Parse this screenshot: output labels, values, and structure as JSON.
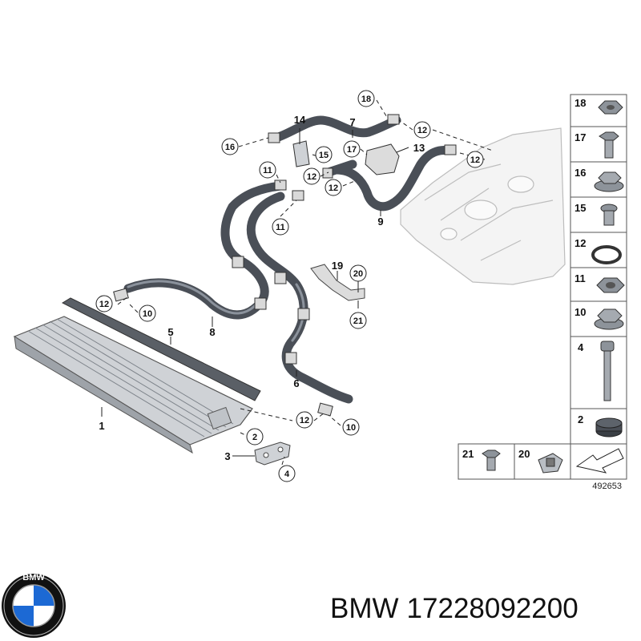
{
  "diagram": {
    "callouts": [
      {
        "id": "c18",
        "label": "18"
      },
      {
        "id": "c16",
        "label": "16"
      },
      {
        "id": "c12a",
        "label": "12"
      },
      {
        "id": "c12b",
        "label": "12"
      },
      {
        "id": "c11a",
        "label": "11"
      },
      {
        "id": "c15",
        "label": "15"
      },
      {
        "id": "c17",
        "label": "17"
      },
      {
        "id": "c12c",
        "label": "12"
      },
      {
        "id": "c12d",
        "label": "12"
      },
      {
        "id": "c11b",
        "label": "11"
      },
      {
        "id": "c20",
        "label": "20"
      },
      {
        "id": "c12e",
        "label": "12"
      },
      {
        "id": "c10a",
        "label": "10"
      },
      {
        "id": "c21",
        "label": "21"
      },
      {
        "id": "c12f",
        "label": "12"
      },
      {
        "id": "c10b",
        "label": "10"
      },
      {
        "id": "c2",
        "label": "2"
      },
      {
        "id": "c4",
        "label": "4"
      }
    ],
    "labels": [
      {
        "id": "l14",
        "label": "14"
      },
      {
        "id": "l7",
        "label": "7"
      },
      {
        "id": "l13",
        "label": "13"
      },
      {
        "id": "l9",
        "label": "9"
      },
      {
        "id": "l19",
        "label": "19"
      },
      {
        "id": "l8",
        "label": "8"
      },
      {
        "id": "l5",
        "label": "5"
      },
      {
        "id": "l6",
        "label": "6"
      },
      {
        "id": "l1",
        "label": "1"
      },
      {
        "id": "l3",
        "label": "3"
      }
    ],
    "parts_table": [
      {
        "label": "18",
        "icon": "hex-nut-icon"
      },
      {
        "label": "17",
        "icon": "bolt-icon"
      },
      {
        "label": "16",
        "icon": "flange-nut-icon"
      },
      {
        "label": "15",
        "icon": "short-bolt-icon"
      },
      {
        "label": "12",
        "icon": "o-ring-icon"
      },
      {
        "label": "11",
        "icon": "hex-nut-icon"
      },
      {
        "label": "10",
        "icon": "flange-nut-icon"
      },
      {
        "label": "4",
        "icon": "long-bolt-icon"
      },
      {
        "label": "2",
        "icon": "grommet-icon"
      }
    ],
    "bottom_parts": [
      {
        "label": "21",
        "icon": "bolt-icon"
      },
      {
        "label": "20",
        "icon": "clip-nut-icon"
      }
    ],
    "diagram_number": "492653"
  },
  "brand": {
    "name": "BMW",
    "part_number": "17228092200",
    "logo_icon": "bmw-roundel-icon",
    "logo_letters": "BMW"
  },
  "colors": {
    "hose": "#4a4f57",
    "logo_blue": "#1c69d4",
    "text": "#111111"
  }
}
